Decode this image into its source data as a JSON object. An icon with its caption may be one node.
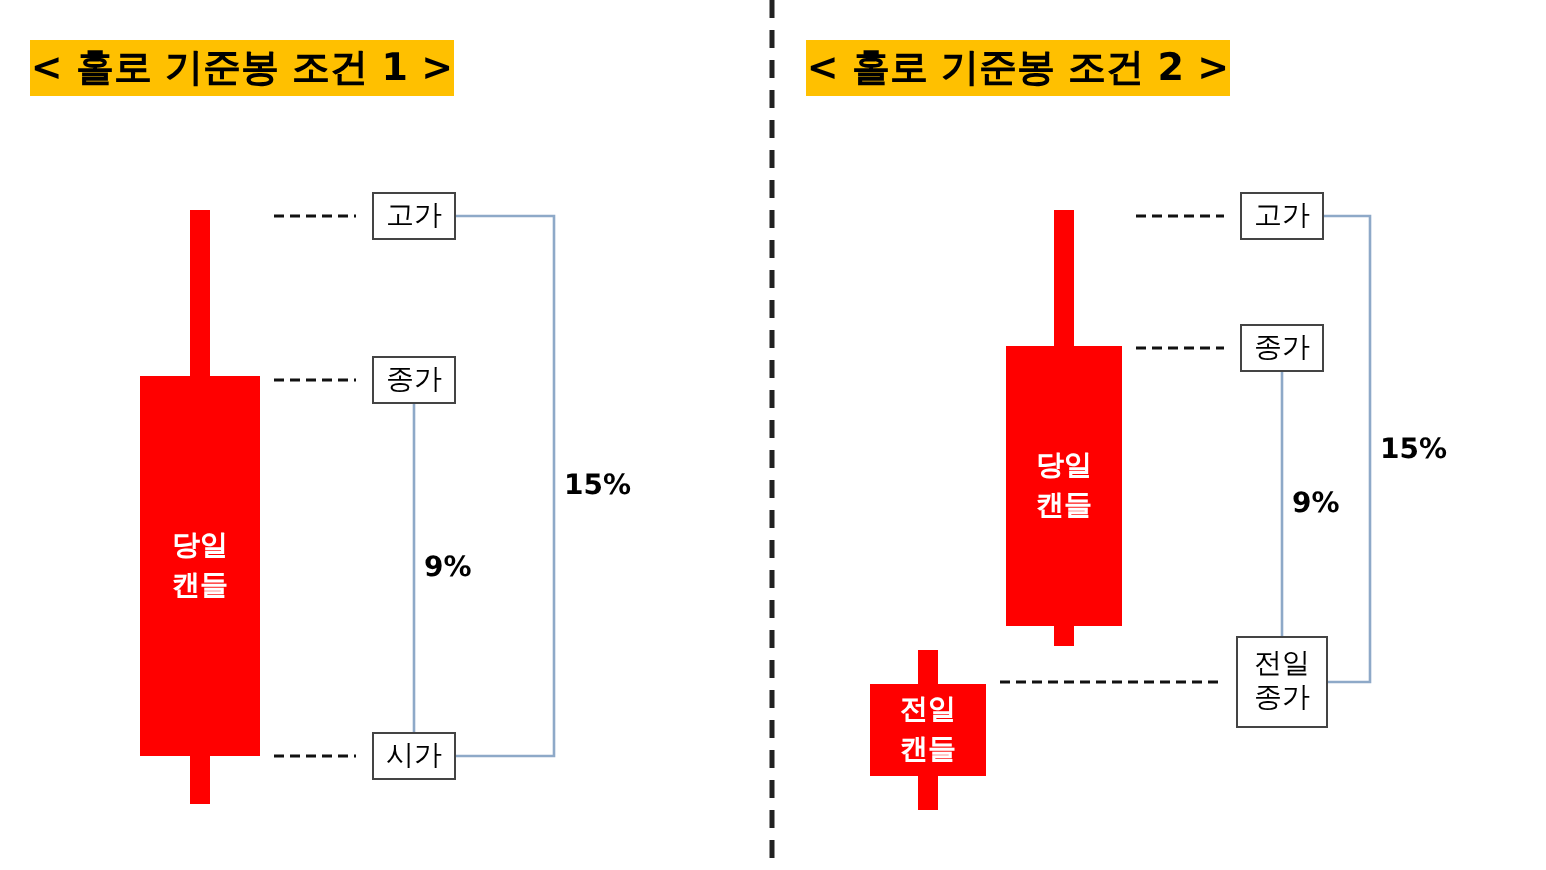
{
  "diagram": {
    "nodes": [
      {
        "text": [
          "< 홀로 기준봉 조건 1 >"
        ]
      },
      {
        "text": [
          "당일 캔들"
        ]
      },
      {
        "text": [
          "고가"
        ]
      },
      {
        "text": [
          "종가"
        ]
      },
      {
        "text": [
          "시가"
        ]
      },
      {
        "text": [
          "< 홀로 기준봉 조건 2 >"
        ]
      },
      {
        "text": [
          "당일 캔들"
        ]
      },
      {
        "text": [
          "전일 캔들"
        ]
      },
      {
        "text": [
          "고가"
        ]
      },
      {
        "text": [
          "종가"
        ]
      },
      {
        "text": [
          "전일 종가"
        ]
      }
    ],
    "edges": [
      {
        "from": 1,
        "to": 2,
        "arrow": "none",
        "style": "dashed"
      },
      {
        "from": 1,
        "to": 3,
        "arrow": "none",
        "style": "dashed"
      },
      {
        "from": 1,
        "to": 4,
        "arrow": "none",
        "style": "dashed"
      },
      {
        "from": 6,
        "to": 8,
        "arrow": "none",
        "style": "dashed"
      },
      {
        "from": 6,
        "to": 9,
        "arrow": "none",
        "style": "dashed"
      },
      {
        "from": 7,
        "to": 10,
        "arrow": "none",
        "style": "dashed"
      },
      {
        "from": 2,
        "to": 4,
        "arrow": "none",
        "label": "15%",
        "color": "#8ea9c8"
      },
      {
        "from": 3,
        "to": 4,
        "arrow": "none",
        "label": "9%",
        "color": "#8ea9c8"
      },
      {
        "from": 8,
        "to": 10,
        "arrow": "none",
        "label": "15%",
        "color": "#8ea9c8"
      },
      {
        "from": 9,
        "to": 10,
        "arrow": "none",
        "label": "9%",
        "color": "#8ea9c8"
      }
    ]
  }
}
